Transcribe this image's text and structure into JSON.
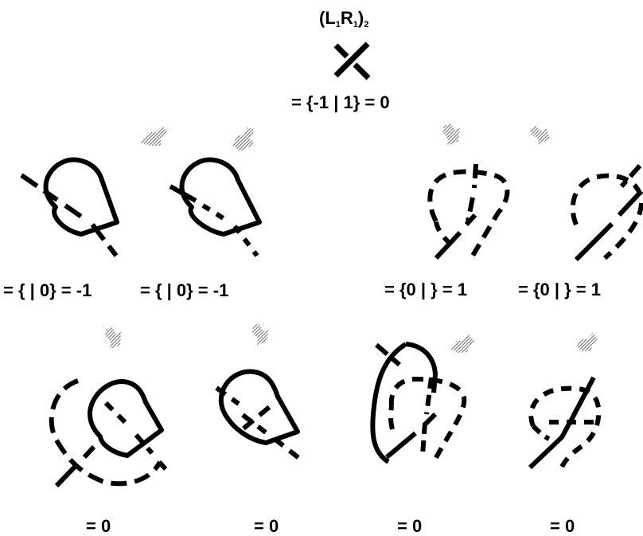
{
  "root": {
    "title_parts": [
      "(L",
      "1",
      "R",
      "1",
      ")",
      "2"
    ],
    "value": "= {-1 | 1} = 0"
  },
  "level1": {
    "left_a": "= { | 0} = -1",
    "left_b": "= { | 0} = -1",
    "right_a": "= {0 | } = 1",
    "right_b": "= {0 | } = 1"
  },
  "level2": {
    "a": "= 0",
    "b": "= 0",
    "c": "= 0",
    "d": "= 0"
  },
  "colors": {
    "stroke": "#000000",
    "arrow": "#7a7a7a"
  }
}
